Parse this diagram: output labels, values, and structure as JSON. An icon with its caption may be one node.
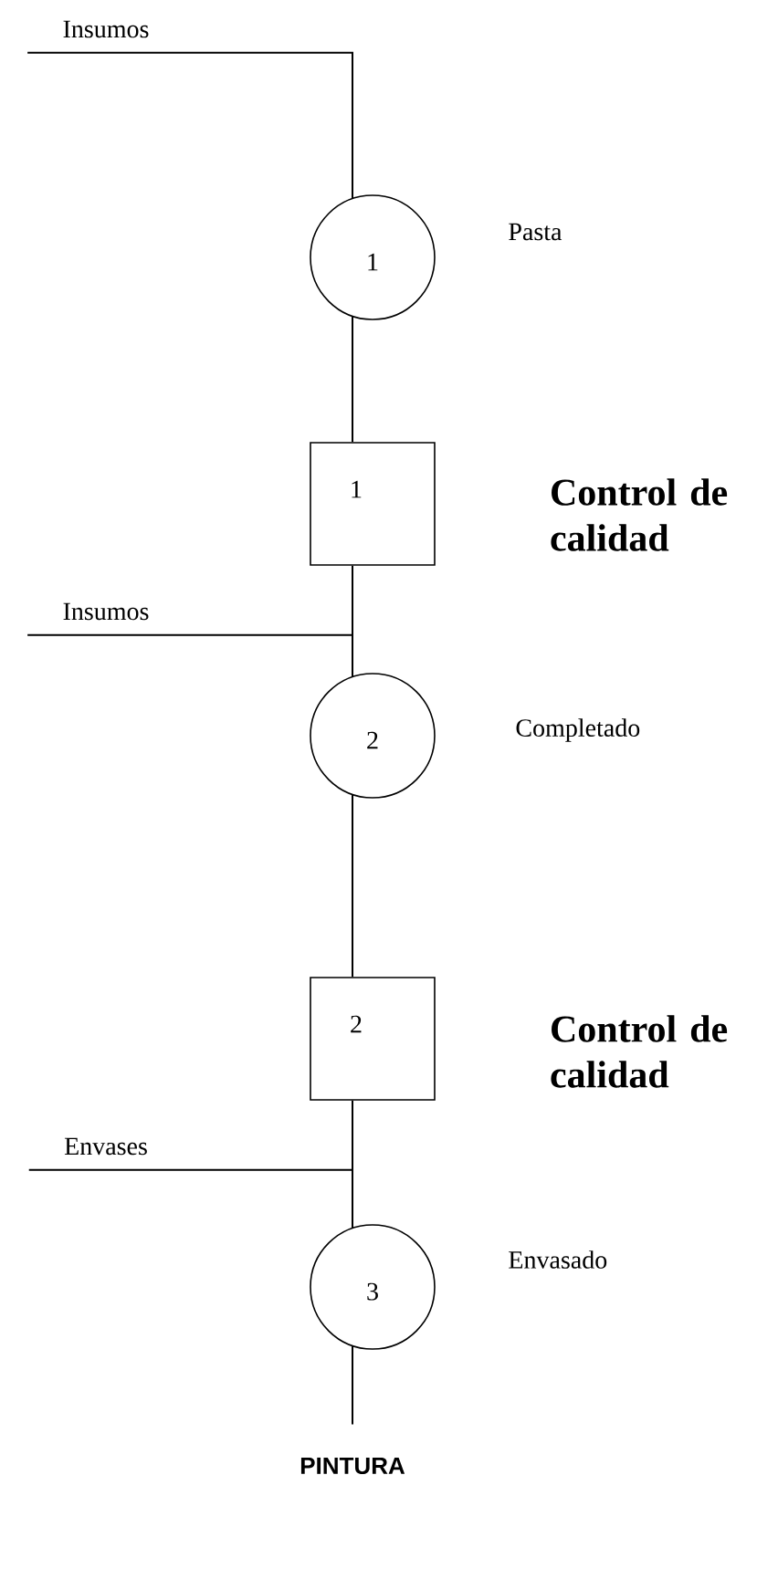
{
  "diagram": {
    "nodes": [
      {
        "text": [
          "Insumos"
        ]
      },
      {
        "text": [
          "1"
        ],
        "beside": [
          "Pasta"
        ]
      },
      {
        "text": [
          "1"
        ],
        "beside": [
          "Control de calidad"
        ]
      },
      {
        "text": [
          "Insumos"
        ]
      },
      {
        "text": [
          "2"
        ],
        "beside": [
          "Completado"
        ]
      },
      {
        "text": [
          "2"
        ],
        "beside": [
          "Control de calidad"
        ]
      },
      {
        "text": [
          "Envases"
        ]
      },
      {
        "text": [
          "3"
        ],
        "beside": [
          "Envasado"
        ]
      },
      {
        "text": [
          "PINTURA"
        ]
      }
    ],
    "edges": [
      {
        "from": 0,
        "to": 1,
        "arrow": "none"
      },
      {
        "from": 1,
        "to": 2,
        "arrow": "none"
      },
      {
        "from": 2,
        "to": 4,
        "arrow": "none"
      },
      {
        "from": 3,
        "to": 4,
        "arrow": "none"
      },
      {
        "from": 4,
        "to": 5,
        "arrow": "none"
      },
      {
        "from": 5,
        "to": 7,
        "arrow": "none"
      },
      {
        "from": 6,
        "to": 7,
        "arrow": "none"
      },
      {
        "from": 7,
        "to": 8,
        "arrow": "none"
      }
    ]
  }
}
